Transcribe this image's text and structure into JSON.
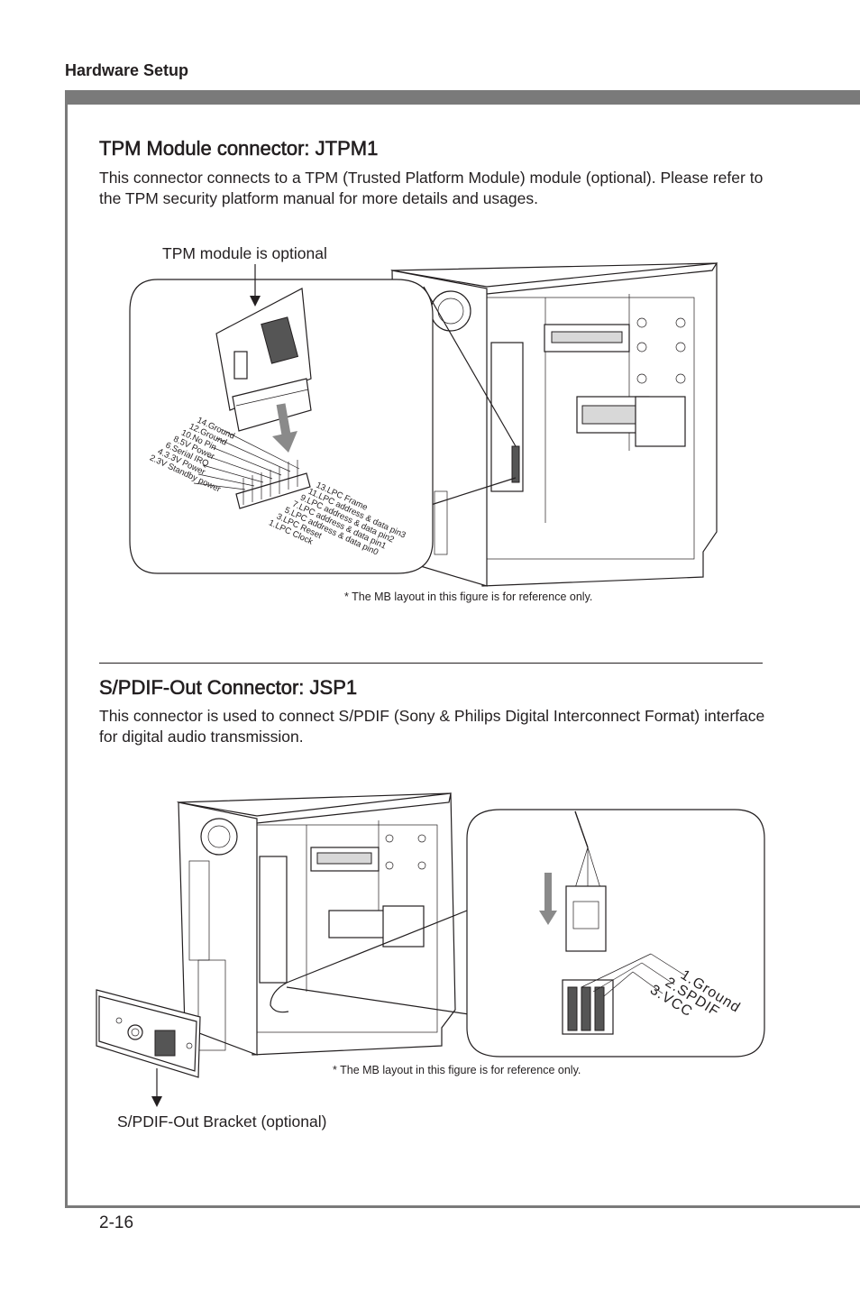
{
  "header": {
    "section": "Hardware Setup"
  },
  "tpm": {
    "title": "TPM Module connector: JTPM1",
    "body": "This connector connects to a TPM (Trusted Platform Module) module (optional). Please refer to the TPM security platform manual for more details and usages.",
    "callout": "TPM module is optional",
    "pins_left": [
      "14.Ground",
      "12.Ground",
      "10.No Pin",
      "8.5V Power",
      "6.Serial IRQ",
      "4.3.3V Power",
      "2.3V Standby power"
    ],
    "pins_right": [
      "13.LPC Frame",
      "11.LPC address & data pin3",
      "9.LPC address & data pin2",
      "7.LPC address & data pin1",
      "5.LPC address & data pin0",
      "3.LPC Reset",
      "1.LPC Clock"
    ],
    "note": "* The MB layout in this figure is for reference only."
  },
  "spdif": {
    "title": "S/PDIF-Out Connector: JSP1",
    "body": "This connector is used to connect S/PDIF (Sony & Philips Digital Interconnect Format) interface for digital audio transmission.",
    "pins": [
      "1.Ground",
      "2.SPDIF",
      "3.VCC"
    ],
    "note": "* The MB layout in this figure is for reference only.",
    "bracket_callout": "S/PDIF-Out Bracket (optional)"
  },
  "footer": {
    "page_number": "2-16"
  }
}
